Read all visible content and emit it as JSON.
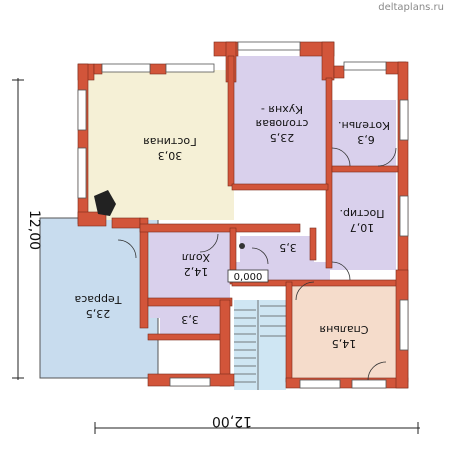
{
  "watermark": "deltaplans.ru",
  "dimensions": {
    "width": "12,00",
    "height": "12,00"
  },
  "rooms": {
    "gostinaya": {
      "name": "Гостиная",
      "area": "30,3"
    },
    "kuhnya": {
      "name1": "Кухня -",
      "name2": "столовая",
      "area": "23,5"
    },
    "kotelnaya": {
      "name": "Котельн.",
      "area": "6,3"
    },
    "postirochnaya": {
      "name": "Постир.",
      "area": "10,7"
    },
    "hall": {
      "name": "Холл",
      "area": "14,2"
    },
    "wc_small": {
      "area": "3,5"
    },
    "closet": {
      "area": "3,3"
    },
    "terrace": {
      "name": "Терраса",
      "area": "23,5"
    },
    "bedroom": {
      "name": "Спальня",
      "area": "14,5"
    }
  },
  "level_mark": "0,000",
  "colors": {
    "wall": "#d2553a",
    "living": "#f5f0d6",
    "kitchen": "#d9d0ec",
    "hall": "#d9d0ec",
    "terrace": "#c8dcee",
    "bedroom": "#f5dccb",
    "stairs": "#cfe6f3"
  }
}
